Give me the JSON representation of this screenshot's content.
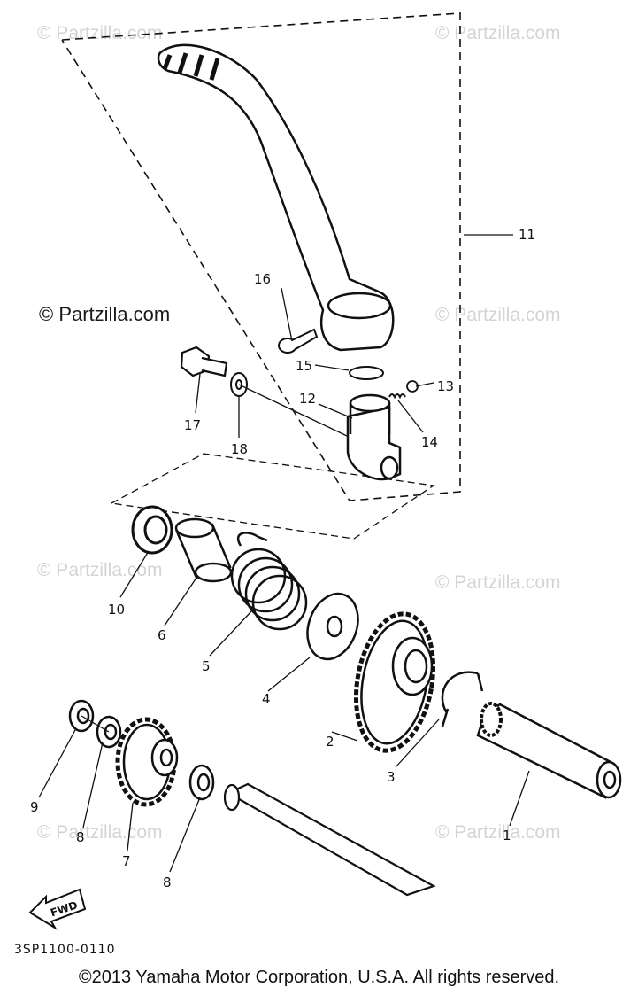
{
  "watermark": "© Partzilla.com",
  "diagram_code": "3SP1100-0110",
  "copyright": "©2013  Yamaha Motor Corporation, U.S.A. All rights reserved.",
  "fwd_label": "FWD",
  "callouts": {
    "c1": "1",
    "c2": "2",
    "c3": "3",
    "c4": "4",
    "c5": "5",
    "c6": "6",
    "c7": "7",
    "c8a": "8",
    "c8b": "8",
    "c9": "9",
    "c10": "10",
    "c11": "11",
    "c12": "12",
    "c13": "13",
    "c14": "14",
    "c15": "15",
    "c16": "16",
    "c17": "17",
    "c18": "18"
  }
}
